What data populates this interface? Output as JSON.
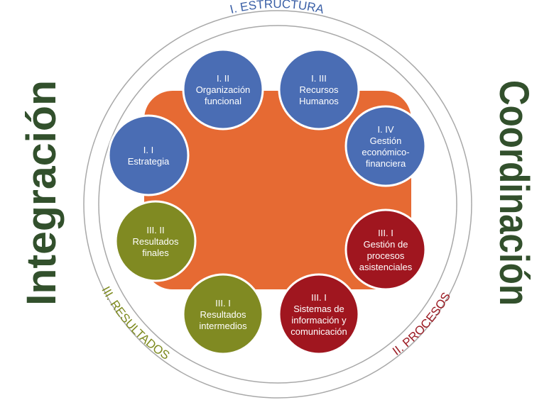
{
  "side_labels": {
    "left": "Integración",
    "right": "Coordinación"
  },
  "ring_labels": {
    "top": {
      "text": "I. ESTRUCTURA",
      "color": "#3a5fa6"
    },
    "bottom_left": {
      "text": "III. RESULTADOS",
      "color": "#7d8a1e"
    },
    "bottom_right": {
      "text": "II. PROCESOS",
      "color": "#9b1b23"
    }
  },
  "colors": {
    "center": "#e66a33",
    "estructura": "#4a6db4",
    "procesos": "#a0161f",
    "resultados": "#808a22",
    "ring_stroke": "#a8a8a8",
    "side_text": "#32502c"
  },
  "nodes": [
    {
      "id": "estrategia",
      "group": "estructura",
      "lines": [
        "I. I",
        "Estrategia"
      ]
    },
    {
      "id": "organizacion-funcional",
      "group": "estructura",
      "lines": [
        "I. II",
        "Organización",
        "funcional"
      ]
    },
    {
      "id": "recursos-humanos",
      "group": "estructura",
      "lines": [
        "I. III",
        "Recursos",
        "Humanos"
      ]
    },
    {
      "id": "gestion-economico-financiera",
      "group": "estructura",
      "lines": [
        "I. IV",
        "Gestión",
        "económico-",
        "financiera"
      ]
    },
    {
      "id": "gestion-procesos-asistenciales",
      "group": "procesos",
      "lines": [
        "III. I",
        "Gestión de",
        "procesos",
        "asistenciales"
      ]
    },
    {
      "id": "sistemas-informacion",
      "group": "procesos",
      "lines": [
        "III. I",
        "Sistemas de",
        "información y",
        "comunicación"
      ]
    },
    {
      "id": "resultados-intermedios",
      "group": "resultados",
      "lines": [
        "III. I",
        "Resultados",
        "intermedios"
      ]
    },
    {
      "id": "resultados-finales",
      "group": "resultados",
      "lines": [
        "III. II",
        "Resultados",
        "finales"
      ]
    }
  ]
}
